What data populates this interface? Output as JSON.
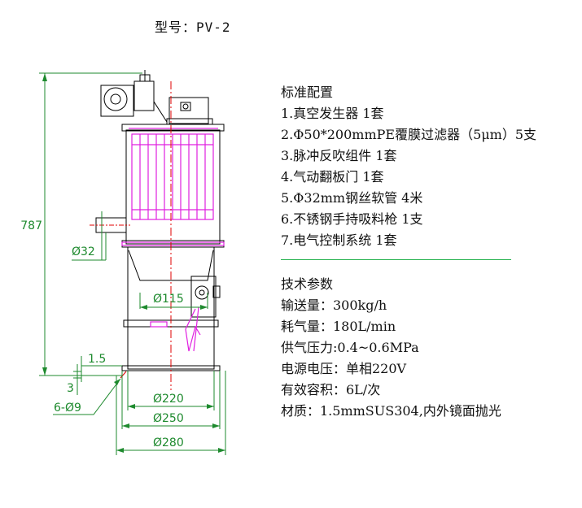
{
  "title": "型号：PV-2",
  "standard_config": {
    "heading": "标准配置",
    "items": [
      "1.真空发生器 1套",
      "2.Φ50*200mmPE覆膜过滤器（5μm）5支",
      "3.脉冲反吹组件 1套",
      "4.气动翻板门  1套",
      "5.Φ32mm钢丝软管 4米",
      "6.不锈钢手持吸料枪 1支",
      "7.电气控制系统 1套"
    ]
  },
  "tech_params": {
    "heading": "技术参数",
    "items": [
      "输送量：300kg/h",
      "耗气量：180L/min",
      "供气压力:0.4~0.6MPa",
      "电源电压：单相220V",
      "有效容积：6L/次",
      "材质：1.5mmSUS304,内外镜面抛光"
    ]
  },
  "dimensions": {
    "height": "787",
    "inlet": "Ø32",
    "outlet": "Ø115",
    "thickness": "1.5",
    "base": "3",
    "holes": "6-Ø9",
    "d220": "Ø220",
    "d250": "Ø250",
    "d280": "Ø280"
  },
  "colors": {
    "dimension": "#1e8a2e",
    "filter": "#e020e0",
    "centerline": "#e00000",
    "outline": "#000000"
  }
}
